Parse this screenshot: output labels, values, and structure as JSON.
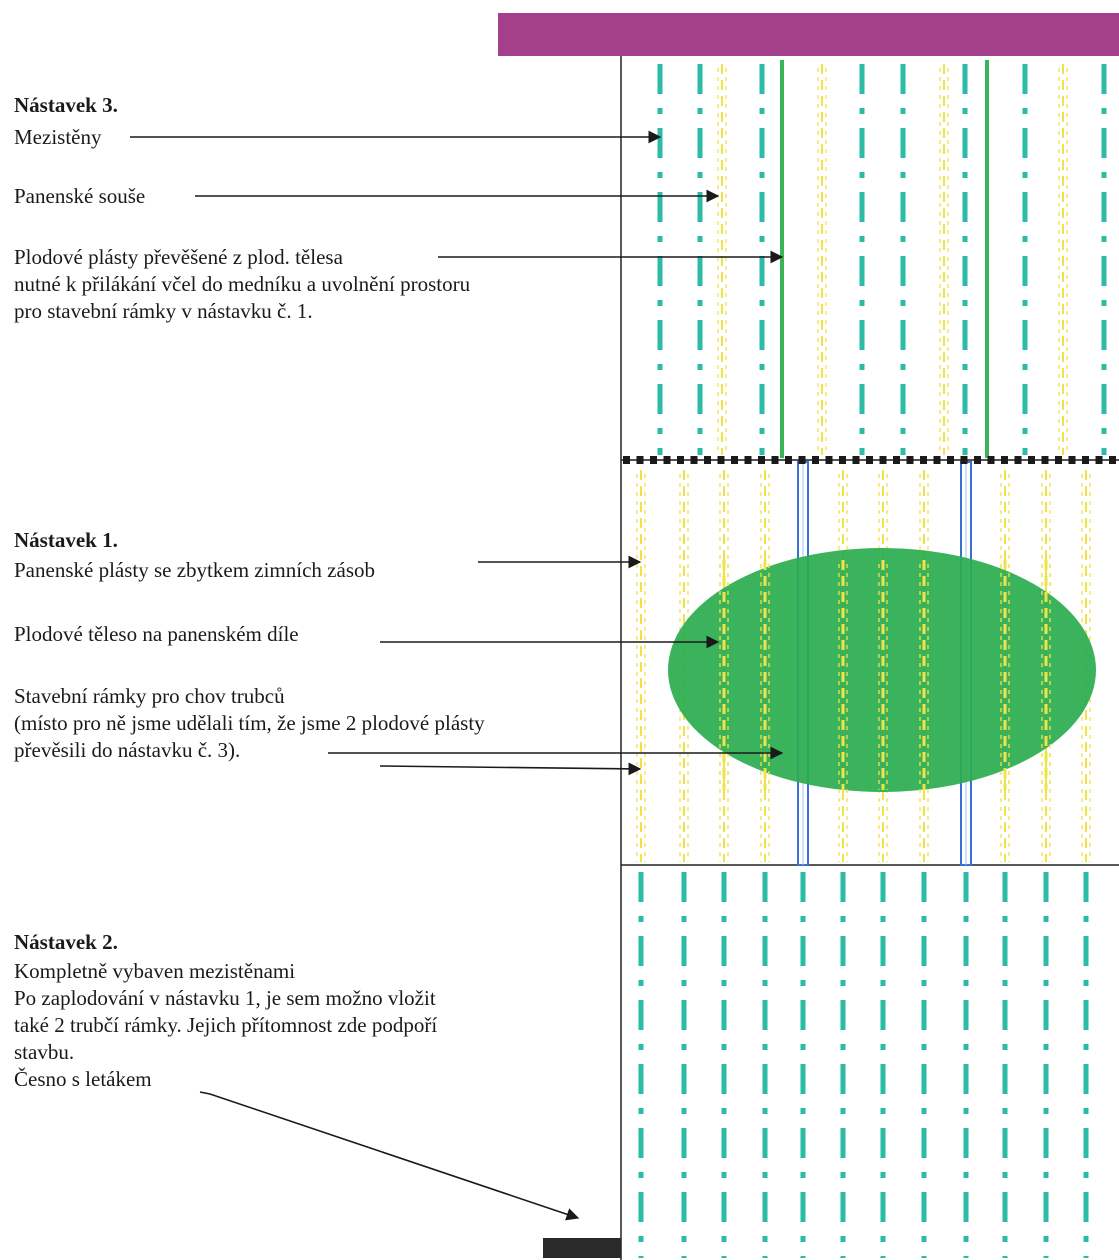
{
  "colors": {
    "roof": "#a43f8a",
    "mezistena": "#2bbba6",
    "suse": "#f2e24a",
    "plodovy_plast": "#3cb55a",
    "brood_body": "#2aad4e",
    "trubci_ramek": "#3b6fd1",
    "excluder": "#1a1a1a",
    "entrance": "#2a2a2a",
    "arrow": "#1a1a1a"
  },
  "sections": {
    "n3": {
      "title": "Nástavek 3.",
      "mezisteny": "Mezistěny",
      "suse": "Panenské souše",
      "plasty_lines": [
        "Plodové plásty převěšené z plod. tělesa",
        "nutné k přilákání včel do medníku a uvolnění prostoru",
        "pro stavební rámky v nástavku č. 1."
      ]
    },
    "n1": {
      "title": "Nástavek 1.",
      "zasoby": "Panenské plásty se zbytkem zimních zásob",
      "teleso": "Plodové těleso na panenském díle",
      "ramky_lines": [
        "Stavební rámky pro chov trubců",
        "(místo pro ně jsme udělali tím, že jsme 2 plodové plásty",
        "převěsili do nástavku č. 3)."
      ]
    },
    "n2": {
      "title": "Nástavek 2.",
      "lines": [
        "Kompletně vybaven mezistěnami",
        "Po zaplodování v nástavku 1, je sem možno vložit",
        "také 2 trubčí rámky. Jejich přítomnost zde podpoří",
        "stavbu.",
        "Česno s letákem"
      ]
    }
  }
}
